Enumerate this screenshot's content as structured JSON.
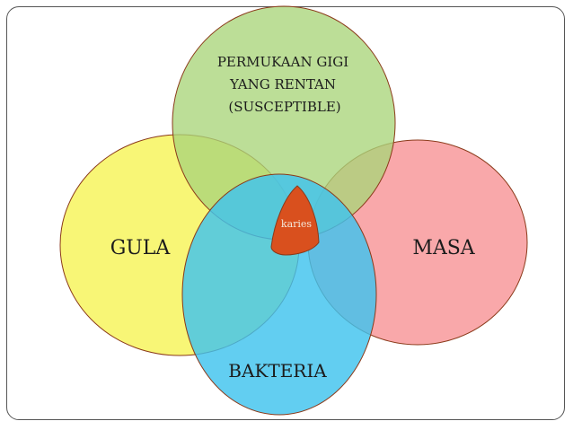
{
  "diagram": {
    "circles": [
      {
        "key": "top",
        "lines": [
          "PERMUKAAN GIGI",
          "YANG RENTAN",
          "(SUSCEPTIBLE)"
        ],
        "color": "#b5dc85"
      },
      {
        "key": "left",
        "lines": [
          "GULA"
        ],
        "color": "#f7f56a"
      },
      {
        "key": "right",
        "lines": [
          "MASA"
        ],
        "color": "#f9a8aa"
      },
      {
        "key": "bottom",
        "lines": [
          "BAKTERIA"
        ],
        "color": "#3fc3ee"
      }
    ],
    "center": {
      "label": "karies",
      "color": "#d9501e"
    },
    "outline_color": "#8b3a1a"
  }
}
